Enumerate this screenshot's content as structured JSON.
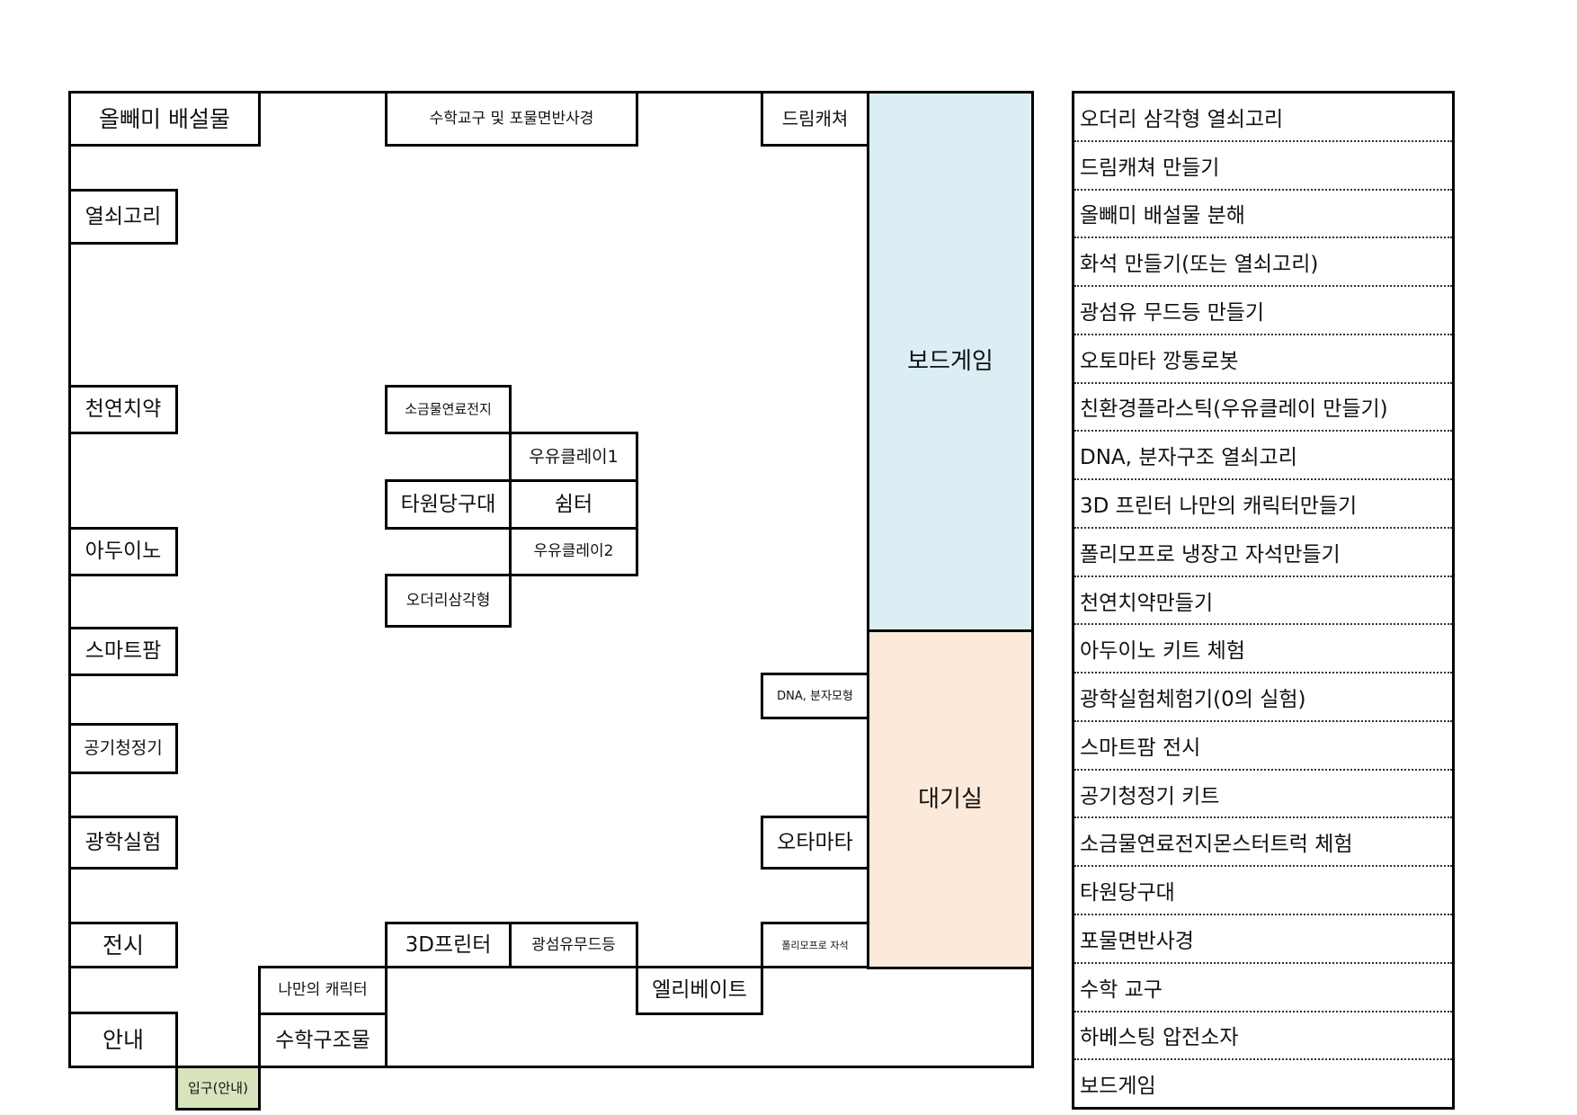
{
  "floor_plan": {
    "booths": {
      "olppaemi": "올빼미 배설물",
      "math_tools": "수학교구 및 포물면반사경",
      "dreamcatcher": "드림캐쳐",
      "boardgame": "보드게임",
      "keyring": "열쇠고리",
      "natural_medicine": "천연치약",
      "salt_fuel": "소금물연료전지",
      "milk_clay1": "우유클레이1",
      "ellipse": "타원당구대",
      "shelter": "쉼터",
      "arduino": "아두이노",
      "milk_clay2": "우유클레이2",
      "triangle": "오더리삼각형",
      "smartfarm": "스마트팜",
      "dna": "DNA, 분자모형",
      "air_purifier": "공기청정기",
      "waiting_room": "대기실",
      "optics": "광학실험",
      "automata": "오타마타",
      "exhibit": "전시",
      "printer3d": "3D프린터",
      "fiber_lamp": "광섬유무드등",
      "polymorph": "폴리모프로 자석",
      "my_character": "나만의 캐릭터",
      "elevator": "엘리베이트",
      "guide": "안내",
      "math_structure": "수학구조물",
      "entrance": "입구(안내)"
    },
    "colors": {
      "boardgame": "#daeef3",
      "waiting_room": "#fde9d9",
      "entrance": "#d8e4bc"
    }
  },
  "program_list": [
    "오더리 삼각형 열쇠고리",
    "드림캐쳐 만들기",
    "올빼미 배설물 분해",
    "화석 만들기(또는 열쇠고리)",
    "광섬유 무드등 만들기",
    "오토마타 깡통로봇",
    "친환경플라스틱(우유클레이 만들기)",
    "DNA, 분자구조 열쇠고리",
    "3D 프린터 나만의 캐릭터만들기",
    "폴리모프로 냉장고 자석만들기",
    "천연치약만들기",
    "아두이노 키트 체험",
    "광학실험체험기(0의 실험)",
    "스마트팜 전시",
    "공기청정기 키트",
    "소금물연료전지몬스터트럭 체험",
    "타원당구대",
    "포물면반사경",
    "수학 교구",
    "하베스팅 압전소자",
    "보드게임"
  ]
}
